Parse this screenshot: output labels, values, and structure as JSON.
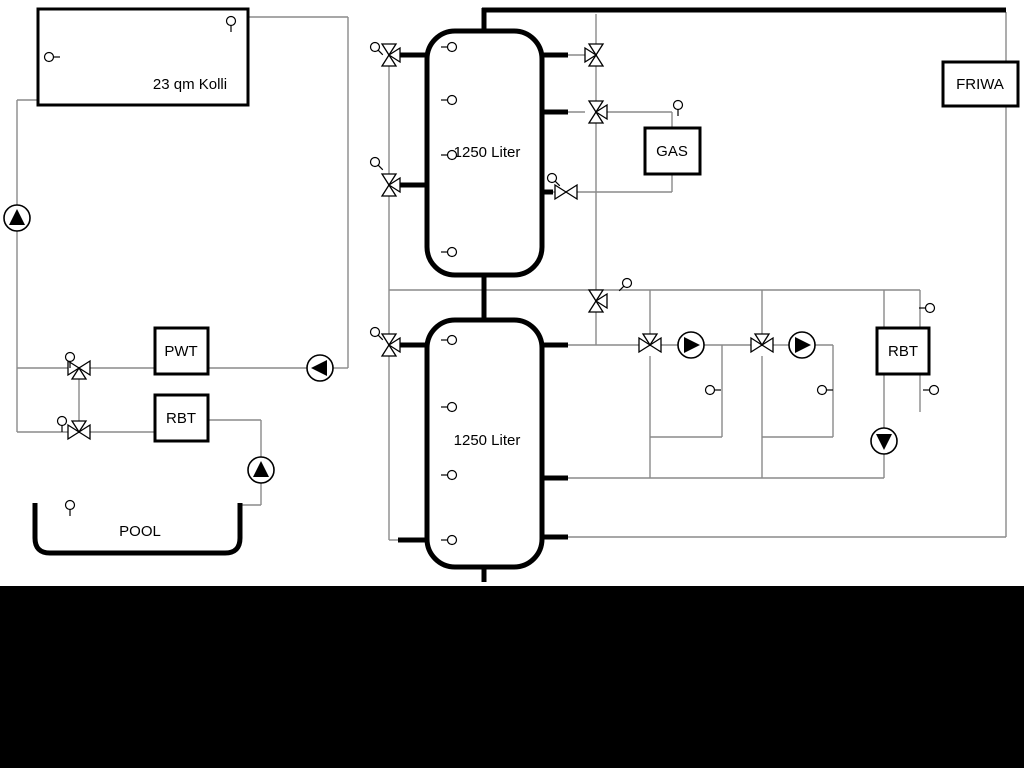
{
  "diagram": {
    "collector": {
      "label": "23 qm Kolli"
    },
    "tanks": {
      "top": "1250 Liter",
      "bottom": "1250 Liter"
    },
    "boiler": {
      "label": "GAS"
    },
    "friwa": {
      "label": "FRIWA"
    },
    "pwt": {
      "label": "PWT"
    },
    "rbt_left": {
      "label": "RBT"
    },
    "rbt_right": {
      "label": "RBT"
    },
    "pool": {
      "label": "POOL"
    },
    "colors": {
      "pipe_thin": "#8a8a8a",
      "pipe_thick": "#000000",
      "canvas": "#ffffff",
      "letterbox": "#000000"
    }
  }
}
